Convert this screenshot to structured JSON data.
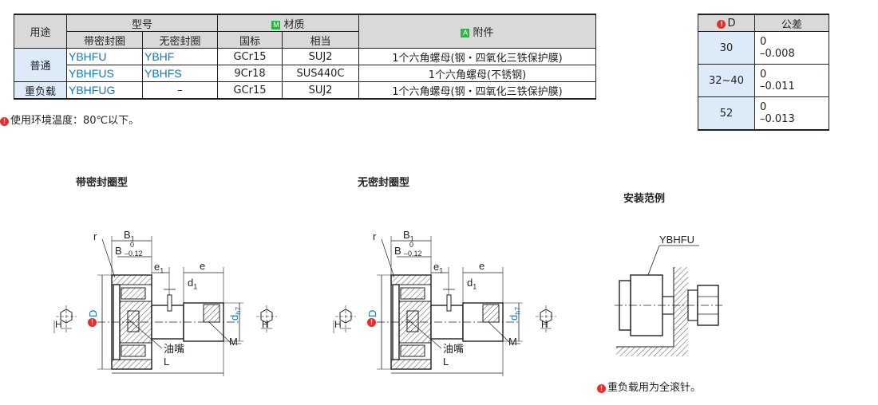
{
  "spec_table": {
    "headers": {
      "usage": "用途",
      "model": "型号",
      "with_seal": "带密封圈",
      "without_seal": "无密封圈",
      "material_badge": "M",
      "material": "材质",
      "gb": "国标",
      "equivalent": "相当",
      "accessory_badge": "A",
      "accessory": "附件"
    },
    "rows": [
      {
        "usage": "普通",
        "with_seal": "YBHFU",
        "without_seal": "YBHF",
        "gb": "GCr15",
        "equivalent": "SUJ2",
        "accessory": "1个六角螺母(钢・四氧化三铁保护膜)"
      },
      {
        "usage": "",
        "with_seal": "YBHFUS",
        "without_seal": "YBHFS",
        "gb": "9Cr18",
        "equivalent": "SUS440C",
        "accessory": "1个六角螺母(不锈钢)"
      },
      {
        "usage": "重负载",
        "with_seal": "YBHFUG",
        "without_seal": "–",
        "gb": "GCr15",
        "equivalent": "SUJ2",
        "accessory": "1个六角螺母(钢・四氧化三铁保护膜)"
      }
    ],
    "note_icon": "!",
    "note": "使用环境温度：80℃以下。"
  },
  "tolerance_table": {
    "header_icon": "!",
    "header_d": "D",
    "header_tol": "公差",
    "rows": [
      {
        "d": "30",
        "upper": "0",
        "lower": "–0.008"
      },
      {
        "d": "32~40",
        "upper": "0",
        "lower": "–0.011"
      },
      {
        "d": "52",
        "upper": "0",
        "lower": "–0.013"
      }
    ]
  },
  "drawings": {
    "sealed_title": "带密封圈型",
    "unsealed_title": "无密封圈型",
    "install_title": "安装范例",
    "install_label": "YBHFU",
    "install_note_icon": "!",
    "install_note": "重负载用为全滚针。",
    "labels": {
      "r": "r",
      "B1": "B",
      "B1_sub": "1",
      "B": "B",
      "B_tol_upper": "0",
      "B_tol_lower": "–0.12",
      "e1": "e",
      "e1_sub": "1",
      "e": "e",
      "d1": "d",
      "d1_sub": "1",
      "D": "D",
      "dh7": "d",
      "dh7_sub": "h7",
      "H": "H",
      "oil": "油嘴",
      "M": "M",
      "L": "L"
    }
  },
  "colors": {
    "header_bg": "#d9d9d9",
    "category_bg": "#dcebf7",
    "model_text": "#0b78c4",
    "badge_green": "#34b24a",
    "warn_red": "#e52d2d",
    "dim_blue": "#0b78c4"
  }
}
